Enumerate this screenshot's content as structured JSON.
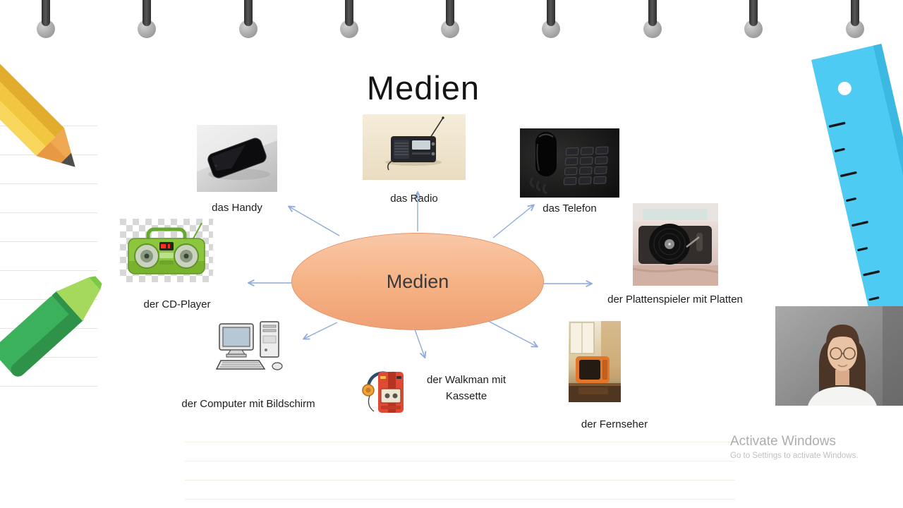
{
  "slide": {
    "title": "Medien",
    "center_label": "Medien"
  },
  "nodes": {
    "handy": {
      "label": "das Handy",
      "image": "smartphone-photo"
    },
    "radio": {
      "label": "das Radio",
      "image": "radio-photo"
    },
    "telefon": {
      "label": "das Telefon",
      "image": "telephone-photo"
    },
    "cd_player": {
      "label": "der CD-Player",
      "image": "boombox-image"
    },
    "plattenspieler": {
      "label": "der Plattenspieler mit Platten",
      "image": "record-player-photo"
    },
    "computer": {
      "label": "der Computer mit Bildschirm",
      "image": "desktop-computer-clipart"
    },
    "walkman": {
      "label": "der Walkman mit Kassette",
      "image": "walkman-image"
    },
    "fernseher": {
      "label": "der Fernseher",
      "image": "tv-photo"
    }
  },
  "watermark": {
    "line1": "Activate Windows",
    "line2": "Go to Settings to activate Windows."
  },
  "colors": {
    "ellipse_fill": "#F5B183",
    "arrow": "#8FAADC",
    "ruler_blue": "#4ECBF2",
    "pencil_yellow": "#F2C63E",
    "highlighter_green": "#3CB15C"
  }
}
